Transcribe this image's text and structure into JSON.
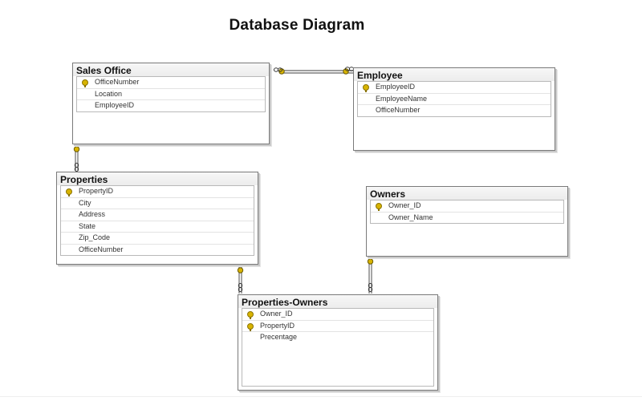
{
  "title": "Database Diagram",
  "tables": {
    "sales_office": {
      "name": "Sales Office",
      "columns": [
        {
          "name": "OfficeNumber",
          "key": true
        },
        {
          "name": "Location",
          "key": false
        },
        {
          "name": "EmployeeID",
          "key": false
        }
      ]
    },
    "employee": {
      "name": "Employee",
      "columns": [
        {
          "name": "EmployeeID",
          "key": true
        },
        {
          "name": "EmployeeName",
          "key": false
        },
        {
          "name": "OfficeNumber",
          "key": false
        }
      ]
    },
    "properties": {
      "name": "Properties",
      "columns": [
        {
          "name": "PropertyID",
          "key": true
        },
        {
          "name": "City",
          "key": false
        },
        {
          "name": "Address",
          "key": false
        },
        {
          "name": "State",
          "key": false
        },
        {
          "name": "Zip_Code",
          "key": false
        },
        {
          "name": "OfficeNumber",
          "key": false
        }
      ]
    },
    "owners": {
      "name": "Owners",
      "columns": [
        {
          "name": "Owner_ID",
          "key": true
        },
        {
          "name": "Owner_Name",
          "key": false
        }
      ]
    },
    "properties_owners": {
      "name": "Properties-Owners",
      "columns": [
        {
          "name": "Owner_ID",
          "key": true
        },
        {
          "name": "PropertyID",
          "key": true
        },
        {
          "name": "Precentage",
          "key": false
        }
      ]
    }
  }
}
